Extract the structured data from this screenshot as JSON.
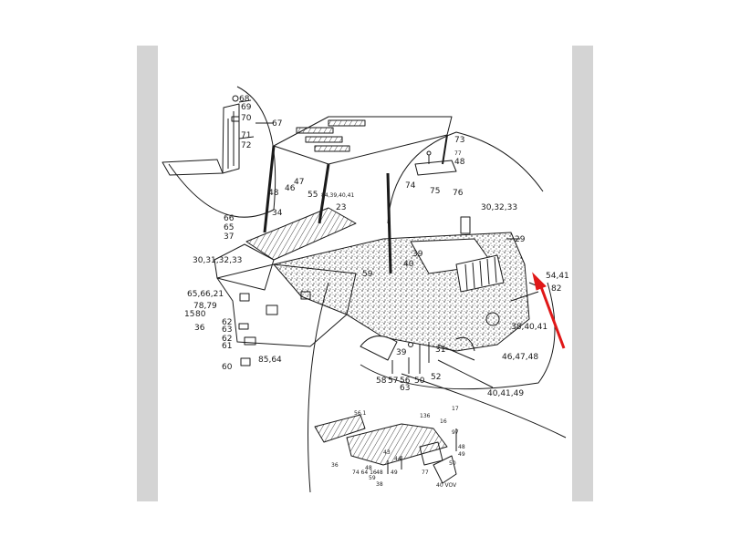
{
  "colors": {
    "ink": "#1a1a1a",
    "band": "#d4d4d4",
    "arrow": "#e01818",
    "paper": "#ffffff"
  },
  "icons": {
    "pointer": "red-arrow-icon"
  },
  "callouts": {
    "c68": "68",
    "c69": "69",
    "c70": "70",
    "c71": "71",
    "c72": "72",
    "c67": "67",
    "c48a": "48",
    "c46": "46",
    "c47": "47",
    "c55": "55",
    "c84": "84,39,40,41",
    "c34": "34",
    "c23": "23",
    "c66": "66",
    "c65": "65",
    "c37": "37",
    "c30b": "30,31,32,33",
    "c30a": "30,32,33",
    "c29": "29",
    "c73": "73",
    "c77": "77",
    "c48b": "48",
    "c74": "74",
    "c75": "75",
    "c76": "76",
    "c39a": "39",
    "c40a": "40",
    "c59": "59",
    "c65b": "65,66,21",
    "c78": "78,79",
    "c15": "15",
    "c80": "80",
    "c36": "36",
    "c62a": "62",
    "c63a": "63",
    "c62b": "62",
    "c61": "61",
    "c60": "60",
    "c85": "85,64",
    "c54": "54,41",
    "c82": "82",
    "c38": "38,40,41",
    "c46b": "46,47,48",
    "c39b": "39",
    "c31": "31",
    "c58": "58",
    "c57": "57",
    "c56": "56",
    "c50": "50",
    "c52": "52",
    "c63b": "63",
    "c40b": "40,41,49"
  },
  "inset_labels": [
    "56.1",
    "17",
    "136",
    "16",
    "97",
    "48",
    "49",
    "50",
    "36",
    "74 64 16",
    "43",
    "44",
    "48",
    "48",
    "49",
    "59",
    "38",
    "77",
    "40 VOV"
  ]
}
